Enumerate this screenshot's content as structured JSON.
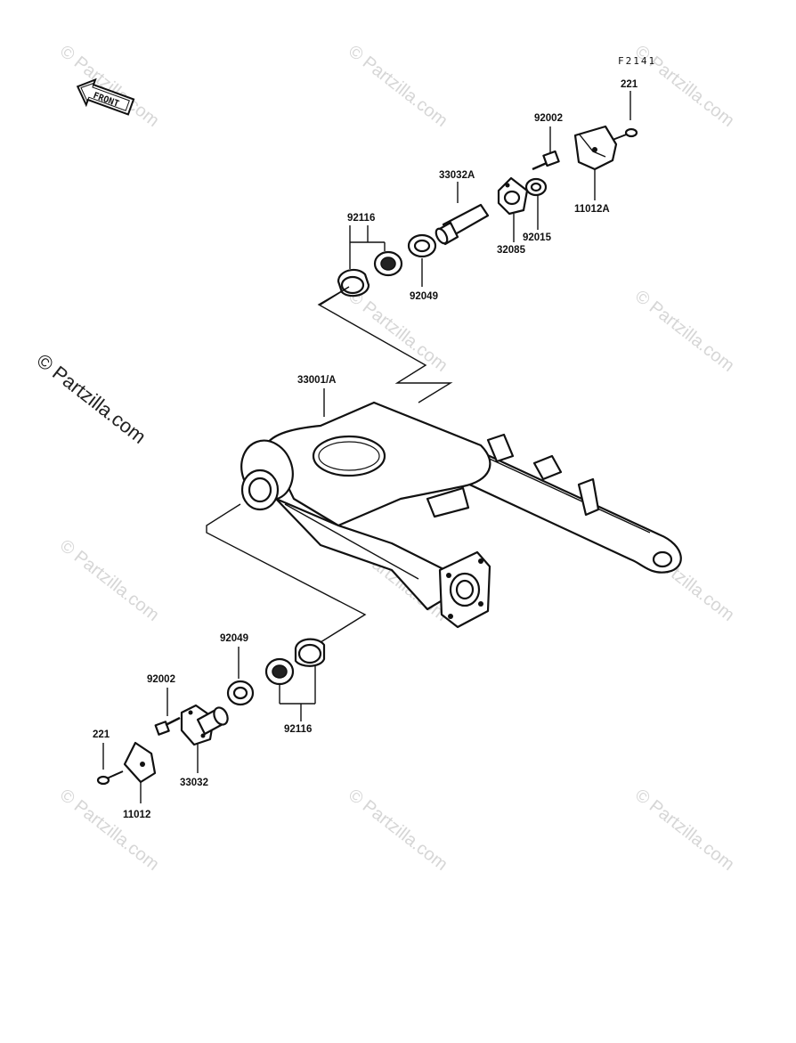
{
  "figure_code": "F2141",
  "front_label": "FRONT",
  "side_watermark": "© Partzilla.com",
  "watermark_text": "© Partzilla.com",
  "labels": {
    "l_221_top": "221",
    "l_92002_top": "92002",
    "l_33032A": "33032A",
    "l_11012A": "11012A",
    "l_92015": "92015",
    "l_32085": "32085",
    "l_92116_top": "92116",
    "l_92049_top": "92049",
    "l_33001A": "33001/A",
    "l_92049_bot": "92049",
    "l_92002_bot": "92002",
    "l_221_bot": "221",
    "l_33032": "33032",
    "l_92116_bot": "92116",
    "l_11012": "11012"
  }
}
